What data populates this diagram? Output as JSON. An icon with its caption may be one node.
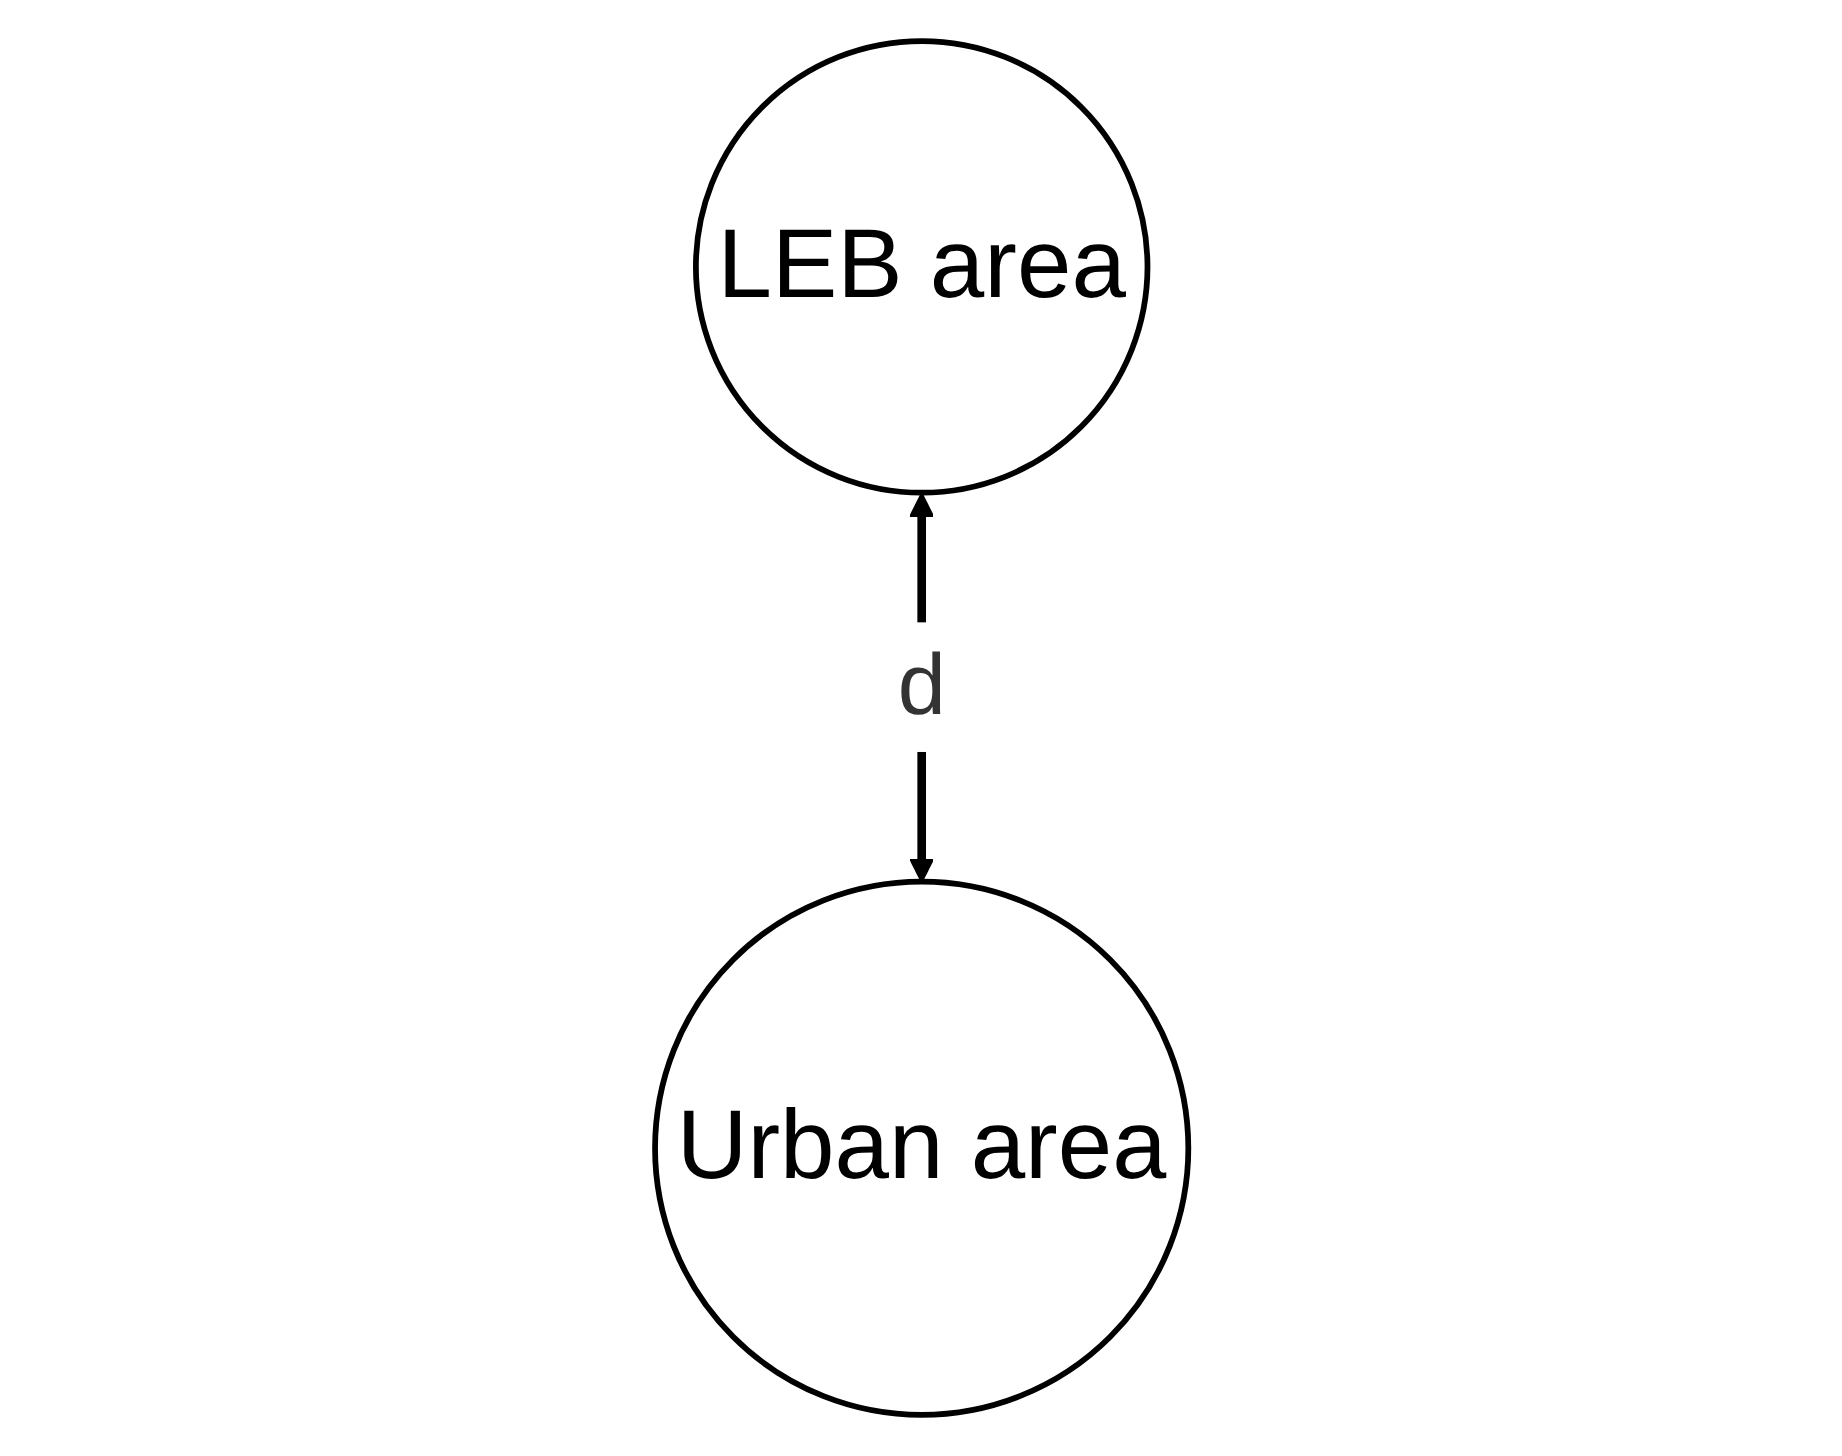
{
  "diagram": {
    "nodes": [
      {
        "text": [
          "Urban area"
        ]
      },
      {
        "text": [
          "LEB area"
        ]
      }
    ],
    "edges": [
      {
        "from": 1,
        "to": 0,
        "arrow": "both",
        "label": "d"
      }
    ]
  }
}
